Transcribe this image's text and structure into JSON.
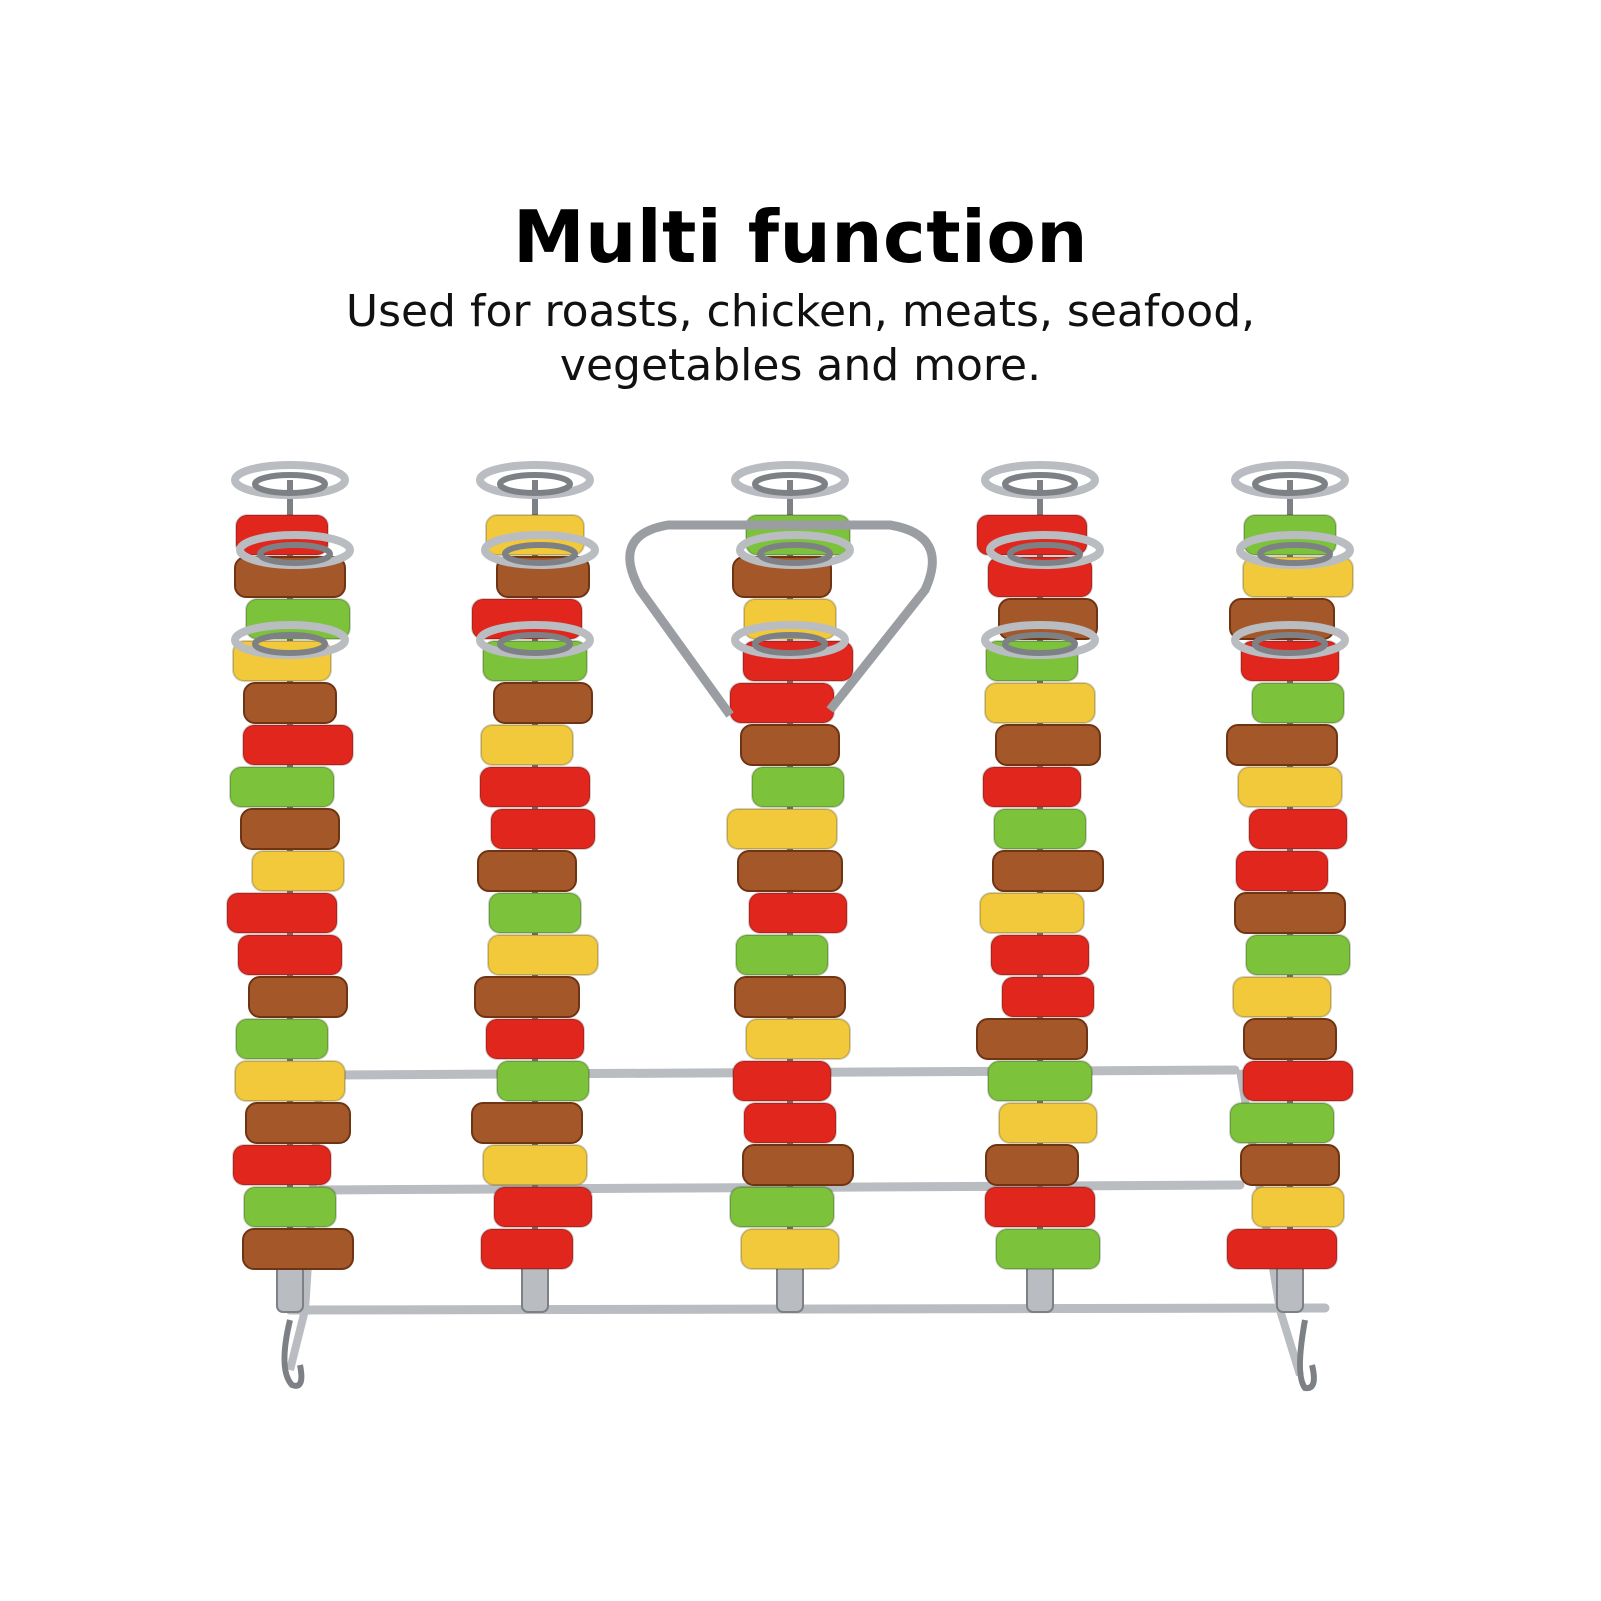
{
  "headline": "Multi function",
  "subtitle_line1": "Used for roasts, chicken, meats, seafood,",
  "subtitle_line2": "vegetables and more.",
  "image": {
    "subject": "kebab-skewer-rack-icon",
    "skewer_count": 5,
    "colors": {
      "metal": "#b9bcc0",
      "metal_dark": "#7d8186",
      "red_pepper": "#e0261d",
      "green_pepper": "#7cc23a",
      "yellow_pepper": "#f1c93a",
      "meat": "#a4582a",
      "meat_dark": "#6e3414"
    }
  }
}
